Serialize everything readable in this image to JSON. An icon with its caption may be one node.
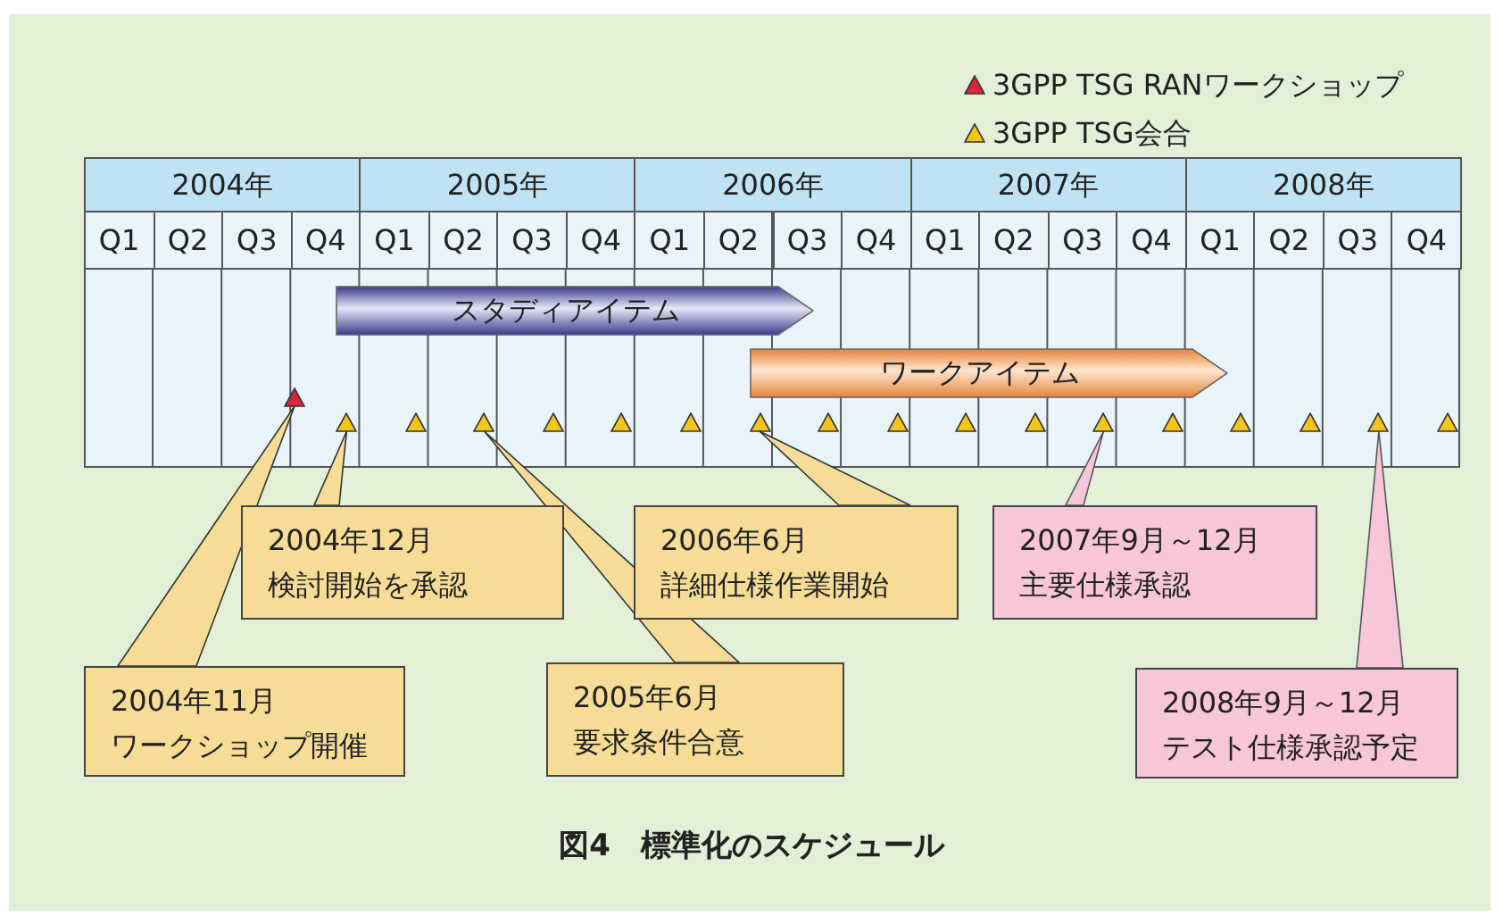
{
  "diagram": {
    "caption": "図4　標準化のスケジュール",
    "nodes": [
      {
        "text": [
          "スタディアイテム"
        ]
      },
      {
        "text": [
          "ワークアイテム"
        ]
      },
      {
        "text": [],
        "shape": "triangle"
      },
      {
        "text": [],
        "shape": "triangle"
      },
      {
        "text": [],
        "shape": "triangle"
      },
      {
        "text": [],
        "shape": "triangle"
      },
      {
        "text": [],
        "shape": "triangle"
      },
      {
        "text": [],
        "shape": "triangle"
      },
      {
        "text": [],
        "shape": "triangle"
      },
      {
        "text": [],
        "shape": "triangle"
      },
      {
        "text": [],
        "shape": "triangle"
      },
      {
        "text": [],
        "shape": "triangle"
      },
      {
        "text": [],
        "shape": "triangle"
      },
      {
        "text": [],
        "shape": "triangle"
      },
      {
        "text": [],
        "shape": "triangle"
      },
      {
        "text": [],
        "shape": "triangle"
      },
      {
        "text": [],
        "shape": "triangle"
      },
      {
        "text": [],
        "shape": "triangle"
      },
      {
        "text": [],
        "shape": "triangle"
      },
      {
        "text": [],
        "shape": "triangle"
      },
      {
        "text": [
          "2004年12月",
          "検討開始を承認"
        ]
      },
      {
        "text": [
          "2006年6月",
          "詳細仕様作業開始"
        ]
      },
      {
        "text": [
          "2007年9月～12月",
          "主要仕様承認"
        ]
      },
      {
        "text": [
          "2004年11月",
          "ワークショップ開催"
        ]
      },
      {
        "text": [
          "2005年6月",
          "要求条件合意"
        ]
      },
      {
        "text": [
          "2008年9月～12月",
          "テスト仕様承認予定"
        ]
      }
    ],
    "edges": [
      {
        "from": 20,
        "to": 3,
        "arrow": "none"
      },
      {
        "from": 21,
        "to": 9,
        "arrow": "none"
      },
      {
        "from": 22,
        "to": 14,
        "arrow": "none",
        "color": "#f7c6d9"
      },
      {
        "from": 23,
        "to": 2,
        "arrow": "none"
      },
      {
        "from": 24,
        "to": 5,
        "arrow": "none"
      },
      {
        "from": 25,
        "to": 18,
        "arrow": "none",
        "color": "#f7c6d9"
      }
    ],
    "labels": [
      "2004年",
      "2005年",
      "2006年",
      "2007年",
      "2008年",
      "Q1",
      "Q2",
      "Q3",
      "Q4",
      "Q1",
      "Q2",
      "Q3",
      "Q4",
      "Q1",
      "Q2",
      "Q3",
      "Q4",
      "Q1",
      "Q2",
      "Q3",
      "Q4",
      "Q1",
      "Q2",
      "Q3",
      "Q4"
    ],
    "legend": [
      {
        "text": "3GPP TSG RANワークショップ",
        "color": "#d7263d"
      },
      {
        "text": "3GPP TSG会合",
        "color": "#f5c518"
      }
    ]
  }
}
